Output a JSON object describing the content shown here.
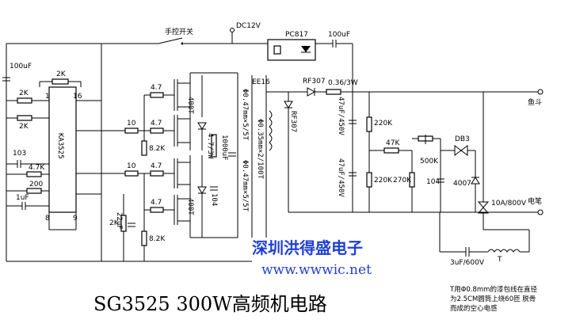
{
  "title": "SG3525  300W高频机电路",
  "brand": {
    "name": "深圳洪得盛电子",
    "url": "www.wwwic.net"
  },
  "note": [
    "T用Φ0.8mm的漆包线在直径",
    "为2.5CM圆筒上绕60匝 脱骨",
    "而成的空心电感"
  ],
  "labels": {
    "manual_switch": "手控开关",
    "dc12v": "DC12V",
    "pc817": "PC817",
    "c_100uF_top": "100uF",
    "c_100uF_left": "100uF",
    "r_2k_top": "2K",
    "r_2k_a": "2K",
    "r_2k_b": "2K",
    "pin_1": "1",
    "pin_16": "16",
    "pin_8": "8",
    "pin_9": "9",
    "ic": "KA3525",
    "c_103": "103",
    "r_4_7k": "4.7K",
    "r_200": "200",
    "c_1uF": "1uF",
    "r_10_a": "10",
    "r_10_b": "10",
    "r_4_7_a": "4.7",
    "r_4_7_b": "4.7",
    "r_4_7_c": "4.7",
    "r_4_7_d": "4.7",
    "r_8_2k_a": "8.2K",
    "r_8_2k_b": "8.2K",
    "d_400t_a": "400T",
    "d_400t_b": "400T",
    "c_4_7_3w": "4.7/3W",
    "c_104_mid": "104",
    "c_1000uF": "1000uF",
    "r_2k_bot": "2K",
    "c_22uF": "22uF",
    "xfmr": "EE16",
    "wind_1": "Φ0.47mm×5/5T",
    "wind_2": "Φ0.47mm×5/5T",
    "wind_3": "Φ0.35mm×2/100T",
    "d_rf307_a": "RF307",
    "d_rf307_b": "RF307",
    "r_036": "0.36/3W",
    "c_47uF_a": "47uF/450V",
    "c_47uF_b": "47uF/450V",
    "r_220k_a": "220K",
    "r_220k_b": "220K",
    "r_47k": "47K",
    "r_270k": "270K",
    "pot_500k": "500K",
    "db3": "DB3",
    "c_104_right": "104",
    "d_4007": "4007",
    "triac": "10A/800V",
    "out_fish": "鱼斗",
    "out_pen": "电笔",
    "c_3uF": "3uF/600V",
    "ind_t": "T"
  }
}
